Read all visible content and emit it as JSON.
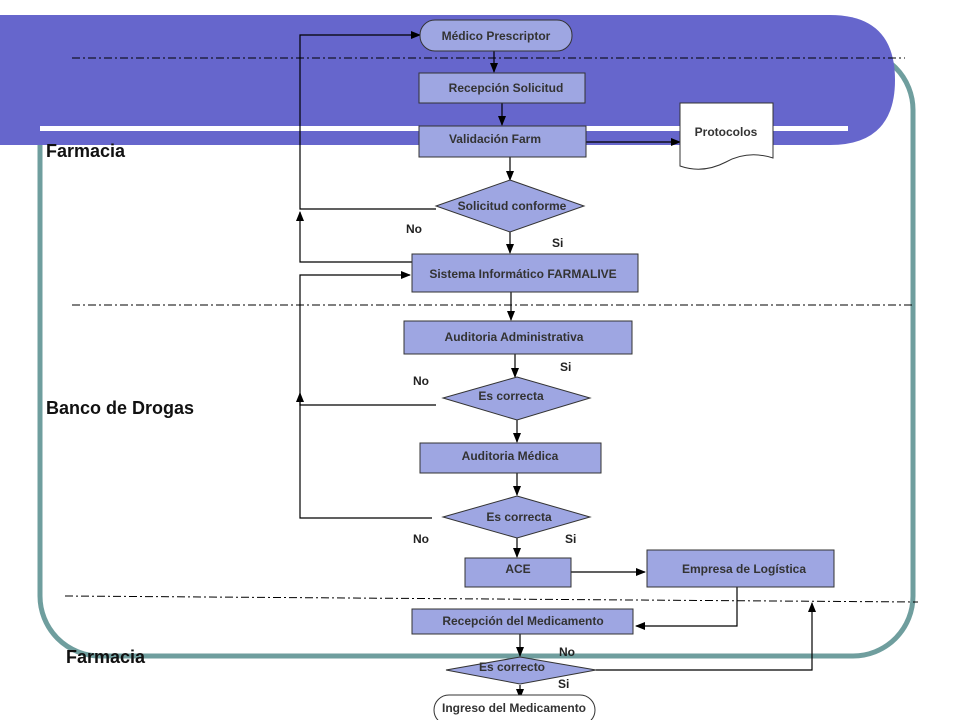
{
  "colors": {
    "node_fill": "#9EA6E2",
    "node_stroke": "#333333",
    "header_band": "#6666CC",
    "frame": "#6F9E9E",
    "connector": "#000000"
  },
  "lanes": {
    "top": "Farmacia",
    "middle": "Banco de Drogas",
    "bottom": "Farmacia"
  },
  "nodes": {
    "medico": "Médico Prescriptor",
    "recepcion_solicitud": "Recepción  Solicitud",
    "validacion": "Validación Farm",
    "protocolos": "Protocolos",
    "solicitud_conforme": "Solicitud conforme",
    "sistema": "Sistema Informático FARMALIVE",
    "auditoria_admin": "Auditoria Administrativa",
    "es_correcta_1": "Es correcta",
    "auditoria_medica": "Auditoria Médica",
    "es_correcta_2": "Es correcta",
    "ace": "ACE",
    "empresa": "Empresa de Logística",
    "recepcion_med": "Recepción  del Medicamento",
    "es_correcto": "Es correcto",
    "ingreso": "Ingreso  del Medicamento"
  },
  "edge_labels": {
    "no_1": "No",
    "si_1": "Si",
    "si_2": "Si",
    "no_2": "No",
    "no_3": "No",
    "si_3": "Si",
    "no_4": "No",
    "si_4": "Si"
  }
}
